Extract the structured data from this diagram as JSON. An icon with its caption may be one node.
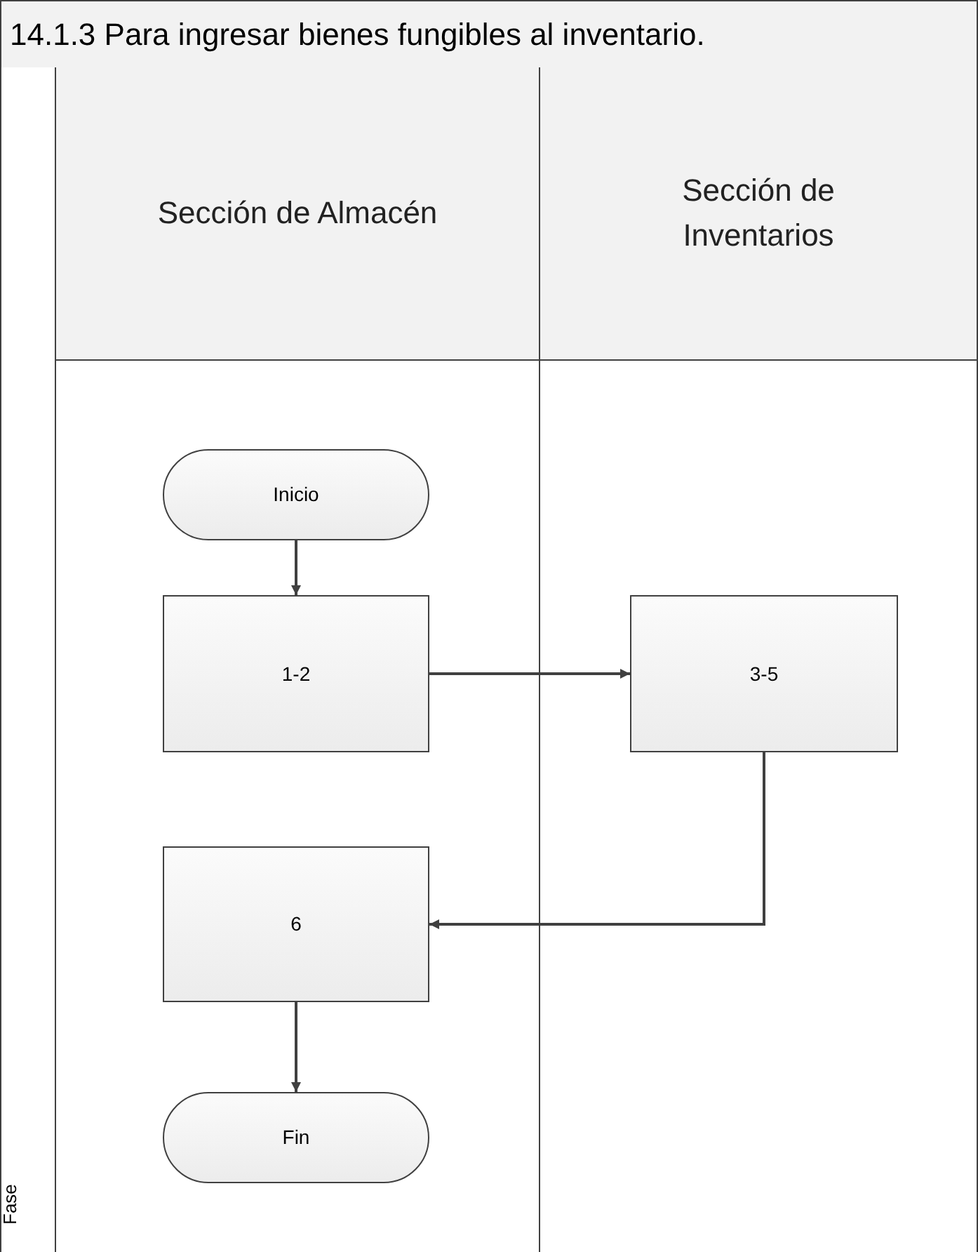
{
  "diagram": {
    "title": "14.1.3 Para ingresar bienes fungibles al inventario.",
    "nodes": [
      {
        "text": [
          "Fase"
        ]
      },
      {
        "text": [
          "Sección de Almacén"
        ]
      },
      {
        "text": [
          "Sección de Inventarios"
        ]
      },
      {
        "text": [
          "Inicio"
        ],
        "in": 1
      },
      {
        "text": [
          "1-2"
        ],
        "in": 1
      },
      {
        "text": [
          "3-5"
        ],
        "in": 2
      },
      {
        "text": [
          "6"
        ],
        "in": 1
      },
      {
        "text": [
          "Fin"
        ],
        "in": 1
      }
    ],
    "edges": [
      {
        "from": 3,
        "to": 4,
        "arrow": "to"
      },
      {
        "from": 4,
        "to": 5,
        "arrow": "to"
      },
      {
        "from": 5,
        "to": 6,
        "arrow": "to"
      },
      {
        "from": 6,
        "to": 7,
        "arrow": "to"
      }
    ]
  }
}
